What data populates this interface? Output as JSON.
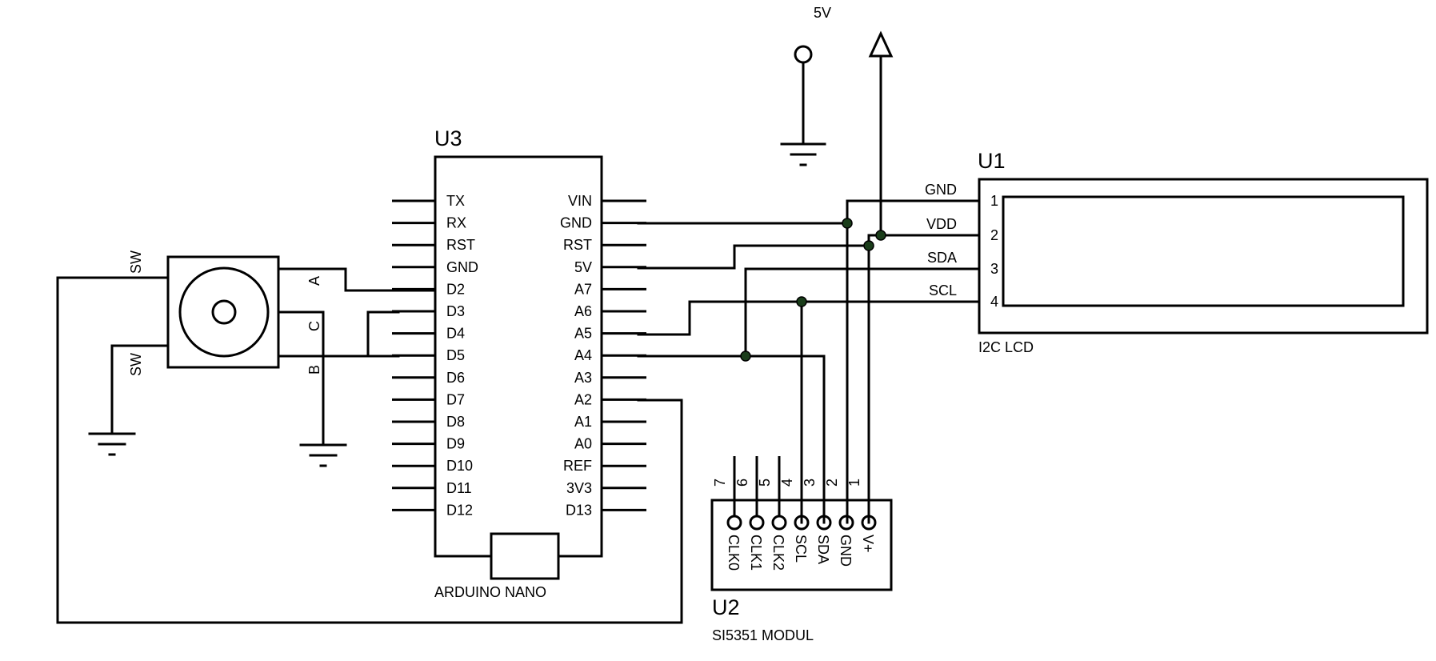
{
  "supply": {
    "label": "5V"
  },
  "arduino": {
    "ref": "U3",
    "name": "ARDUINO NANO",
    "left_pins": [
      "TX",
      "RX",
      "RST",
      "GND",
      "D2",
      "D3",
      "D4",
      "D5",
      "D6",
      "D7",
      "D8",
      "D9",
      "D10",
      "D11",
      "D12"
    ],
    "right_pins": [
      "VIN",
      "GND",
      "RST",
      "5V",
      "A7",
      "A6",
      "A5",
      "A4",
      "A3",
      "A2",
      "A1",
      "A0",
      "REF",
      "3V3",
      "D13"
    ]
  },
  "encoder": {
    "labels": {
      "sw_top": "SW",
      "sw_bottom": "SW",
      "a": "A",
      "c": "C",
      "b": "B"
    }
  },
  "lcd": {
    "ref": "U1",
    "name": "I2C LCD",
    "pins": [
      {
        "num": "1",
        "name": "GND"
      },
      {
        "num": "2",
        "name": "VDD"
      },
      {
        "num": "3",
        "name": "SDA"
      },
      {
        "num": "4",
        "name": "SCL"
      }
    ]
  },
  "si5351": {
    "ref": "U2",
    "name": "SI5351 MODUL",
    "pins": [
      {
        "num": "7",
        "name": "CLK0"
      },
      {
        "num": "6",
        "name": "CLK1"
      },
      {
        "num": "5",
        "name": "CLK2"
      },
      {
        "num": "4",
        "name": "SCL"
      },
      {
        "num": "3",
        "name": "SDA"
      },
      {
        "num": "2",
        "name": "GND"
      },
      {
        "num": "1",
        "name": "V+"
      }
    ]
  }
}
